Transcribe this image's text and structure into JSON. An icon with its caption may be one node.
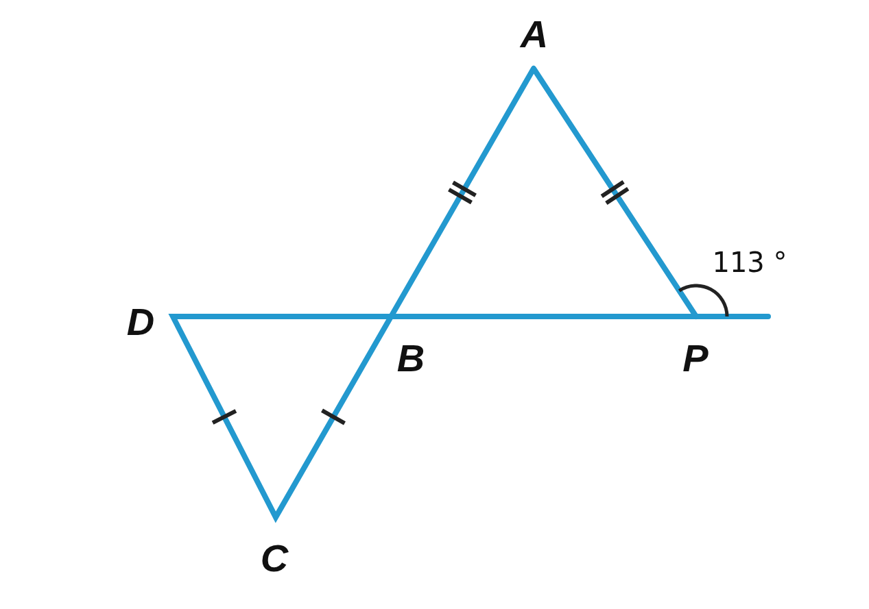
{
  "diagram": {
    "labels": [
      "A",
      "113 °",
      "D",
      "B",
      "P",
      "C"
    ]
  }
}
